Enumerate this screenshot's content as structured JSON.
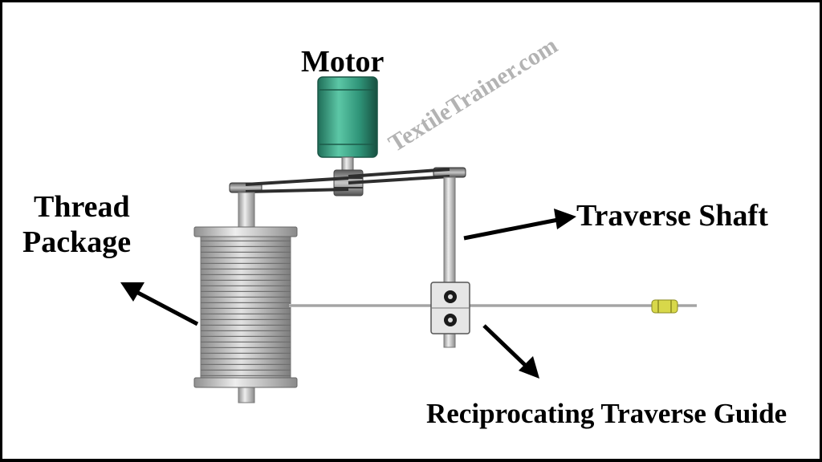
{
  "diagram": {
    "labels": {
      "motor": "Motor",
      "thread_package_line1": "Thread",
      "thread_package_line2": "Package",
      "traverse_shaft": "Traverse Shaft",
      "traverse_guide": "Reciprocating Traverse Guide"
    },
    "watermark": "TextileTrainer.com",
    "colors": {
      "motor": "#3aa58a",
      "metal": "#c9c9c9",
      "belt": "#333333",
      "guide_eye": "#d8d84a",
      "arrow": "#000000"
    }
  }
}
